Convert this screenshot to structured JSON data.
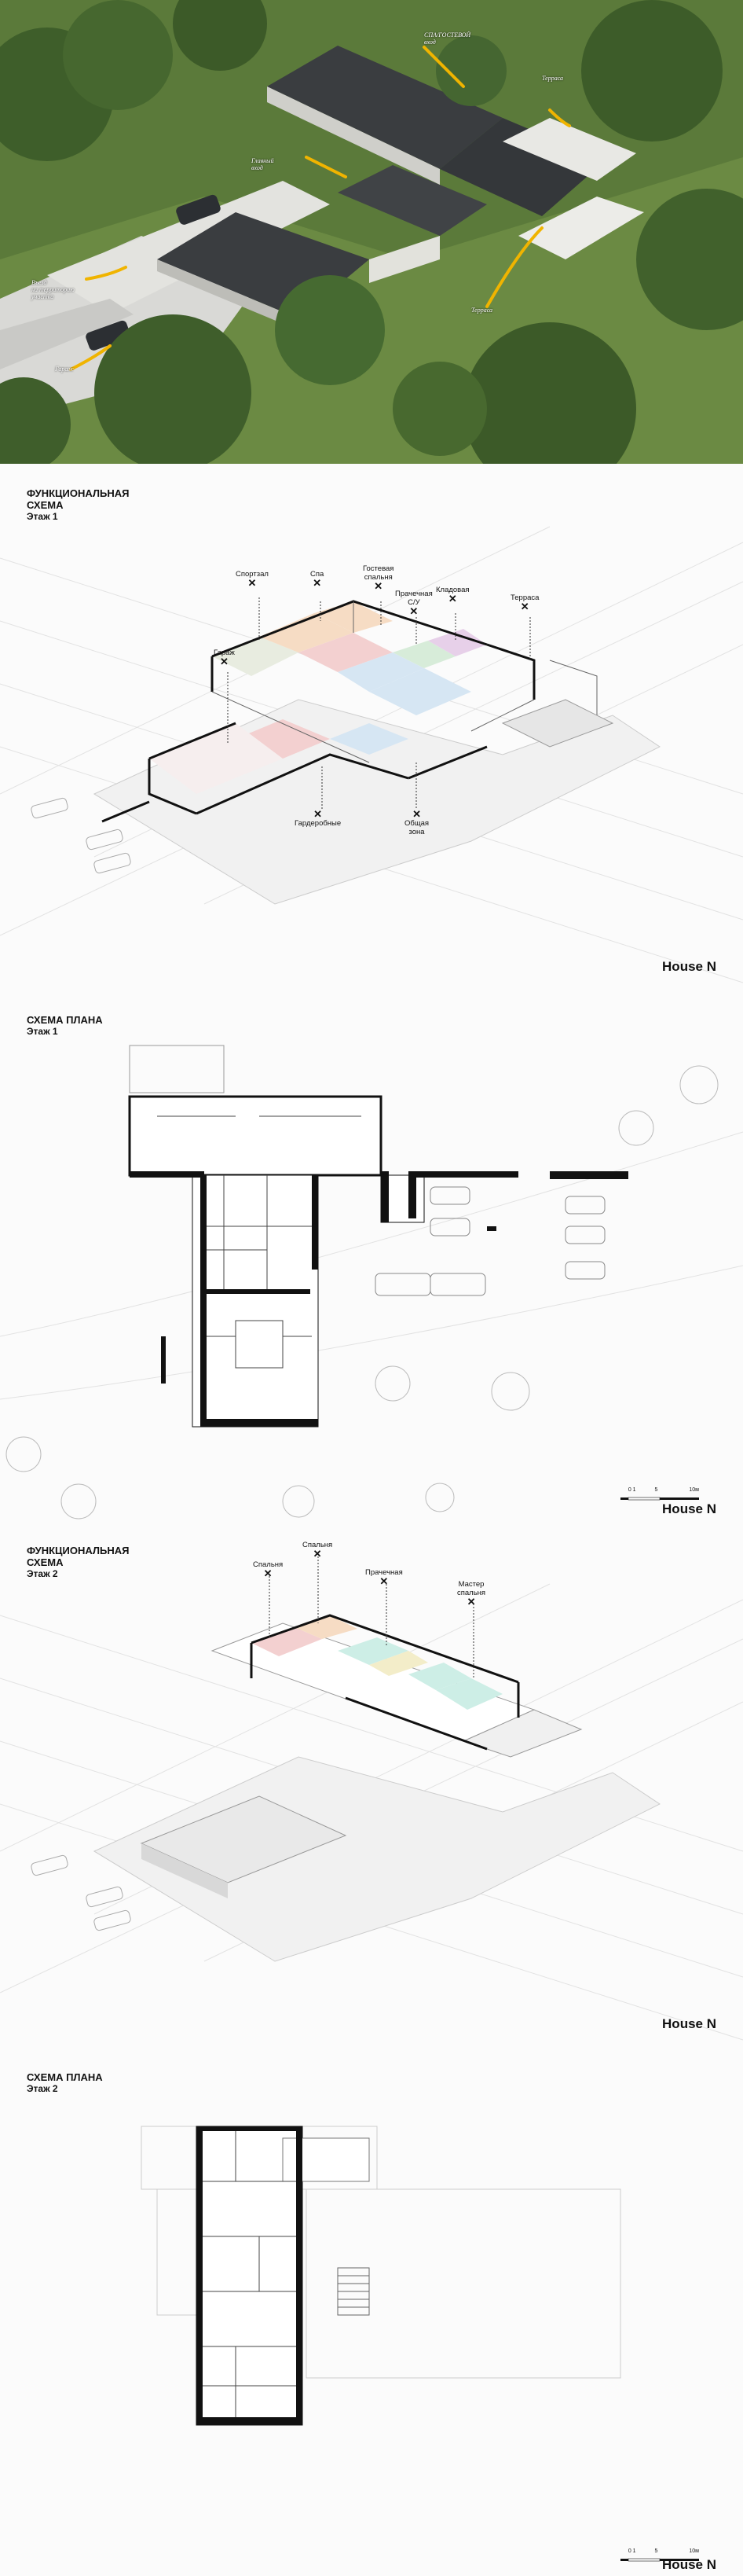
{
  "aerial": {
    "labels": [
      {
        "id": "spa_entry",
        "text": "СПА/ГОСТЕВОЙ\nвход"
      },
      {
        "id": "terrace_top",
        "text": "Терраса"
      },
      {
        "id": "main_entry",
        "text": "Главный\nвход"
      },
      {
        "id": "parking",
        "text": "Въезд\nна территорию\nучастка"
      },
      {
        "id": "terrace_bottom",
        "text": "Терраса"
      },
      {
        "id": "garage",
        "text": "Гараж"
      }
    ]
  },
  "sheet1": {
    "title_line1": "ФУНКЦИОНАЛЬНАЯ",
    "title_line2": "СХЕМА",
    "floor": "Этаж 1",
    "brand": "House N",
    "labels": {
      "gym": "Спортзал",
      "spa": "Спа",
      "guest": "Гостевая\nспальня",
      "laundry": "Прачечная\nС/У",
      "pantry": "Кладовая",
      "terrace": "Терраса",
      "garage": "Гараж",
      "wardrobe": "Гардеробные",
      "common": "Общая\nзона"
    },
    "mark": "✕"
  },
  "sheet2": {
    "title_line1": "СХЕМА ПЛАНА",
    "floor": "Этаж 1",
    "brand": "House N",
    "scale": [
      "0 1",
      "5",
      "10м"
    ]
  },
  "sheet3": {
    "title_line1": "ФУНКЦИОНАЛЬНАЯ",
    "title_line2": "СХЕМА",
    "floor": "Этаж 2",
    "brand": "House N",
    "labels": {
      "bed1": "Спальня",
      "bed2": "Спальня",
      "laundry": "Прачечная",
      "master": "Мастер\nспальня"
    },
    "mark": "✕"
  },
  "sheet4": {
    "title_line1": "СХЕМА ПЛАНА",
    "floor": "Этаж 2",
    "brand": "House N",
    "scale": [
      "0 1",
      "5",
      "10м"
    ]
  },
  "colors": {
    "grass": "#5b7a3a",
    "roof": "#3a3d40",
    "paving": "#d9d9d6",
    "arrow": "#f0b400",
    "wall": "#111111",
    "zone_pink": "#f3d0d0",
    "zone_orange": "#f6dcc4",
    "zone_green": "#d7ecd9",
    "zone_blue": "#d6e6f3",
    "zone_purple": "#e7d0e9",
    "zone_mint": "#cdeee6",
    "zone_yellow": "#f3edc9"
  }
}
